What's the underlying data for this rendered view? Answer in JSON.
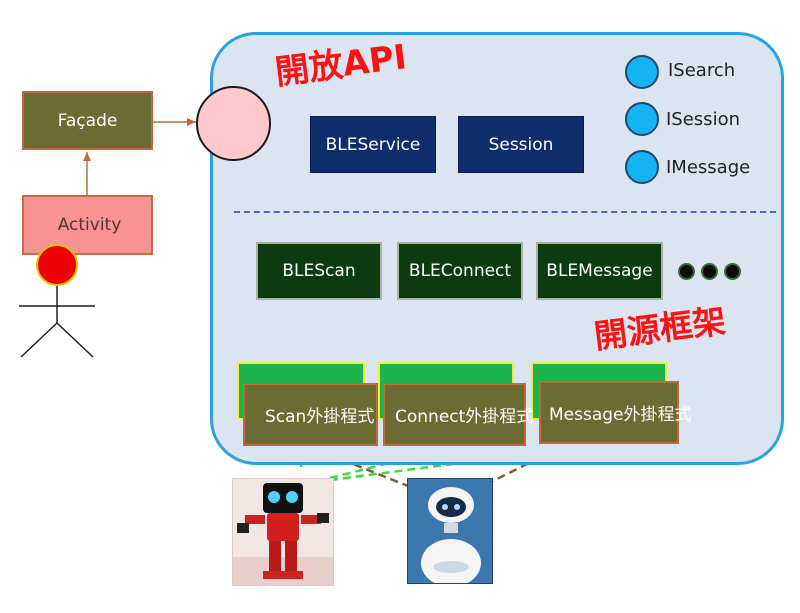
{
  "facade": {
    "label": "Façade"
  },
  "activity": {
    "label": "Activity"
  },
  "titles": {
    "open_api": "開放API",
    "open_framework": "開源框架"
  },
  "api_boxes": {
    "bleservice": "BLEService",
    "session": "Session"
  },
  "interfaces": [
    "ISearch",
    "ISession",
    "IMessage"
  ],
  "framework_classes": [
    "BLEScan",
    "BLEConnect",
    "BLEMessage"
  ],
  "plugins": [
    "Scan外掛程式",
    "Connect外掛程式",
    "Message外掛程式"
  ],
  "colors": {
    "container_fill": "#dbe5f1",
    "container_border": "#29a3e0",
    "navy_box": "#0f2d6b",
    "dark_green_box": "#0d3b0f",
    "olive_box": "#6b6b34",
    "olive_border": "#c06a3a",
    "pink_box": "#f79393",
    "title_red": "#ff1111",
    "interface_dot": "#14b4f5",
    "connector_brown": "#5a3a1e",
    "dashed_brown": "#8b5a2b",
    "dashed_green": "#33dd44"
  },
  "icons": [
    "stick-figure-actor-icon",
    "red-humanoid-robot-icon",
    "white-companion-robot-icon",
    "ellipsis-dots-icon"
  ]
}
